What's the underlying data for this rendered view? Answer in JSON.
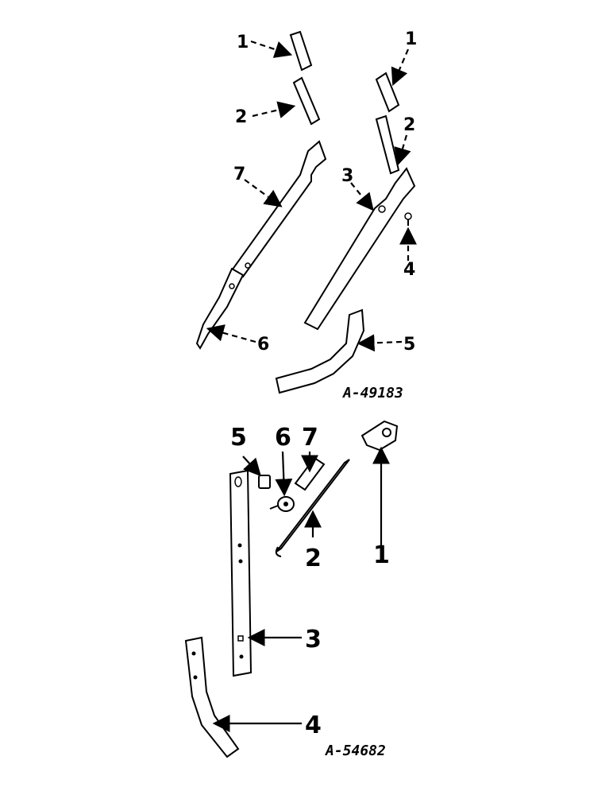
{
  "upper_figure": {
    "code": "A-49183",
    "callouts": {
      "left_1": "1",
      "left_2": "2",
      "left_7": "7",
      "left_6": "6",
      "right_1": "1",
      "right_2": "2",
      "right_3": "3",
      "right_4": "4",
      "right_5": "5"
    }
  },
  "lower_figure": {
    "code": "A-54682",
    "callouts": {
      "c5": "5",
      "c6": "6",
      "c7": "7",
      "c1": "1",
      "c2": "2",
      "c3": "3",
      "c4": "4"
    }
  }
}
